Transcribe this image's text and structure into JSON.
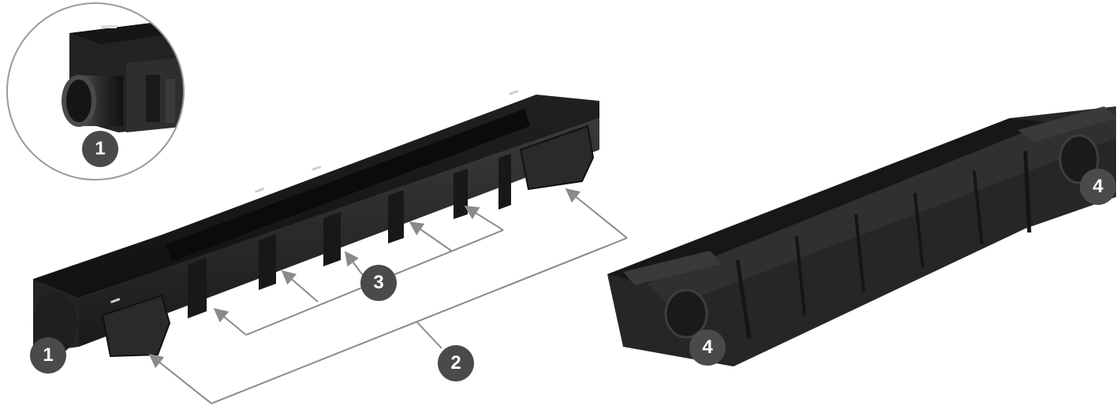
{
  "colors": {
    "callout_fill": "#4a4a4a",
    "callout_text": "#ffffff",
    "leader_line": "#8a8a8a",
    "product_dark": "#1c1c1c",
    "product_mid": "#2c2c2c",
    "product_light": "#3c3c3c",
    "inset_border": "#9a9a9a"
  },
  "callouts": {
    "inset": "1",
    "end_cap_left": "1",
    "connection_points": "2",
    "ribs": "3",
    "outlet_left": "4",
    "outlet_right": "4"
  },
  "icons": [
    "drain-channel-illustration",
    "outlet-pipe-closeup",
    "arrow-leader-lines"
  ]
}
